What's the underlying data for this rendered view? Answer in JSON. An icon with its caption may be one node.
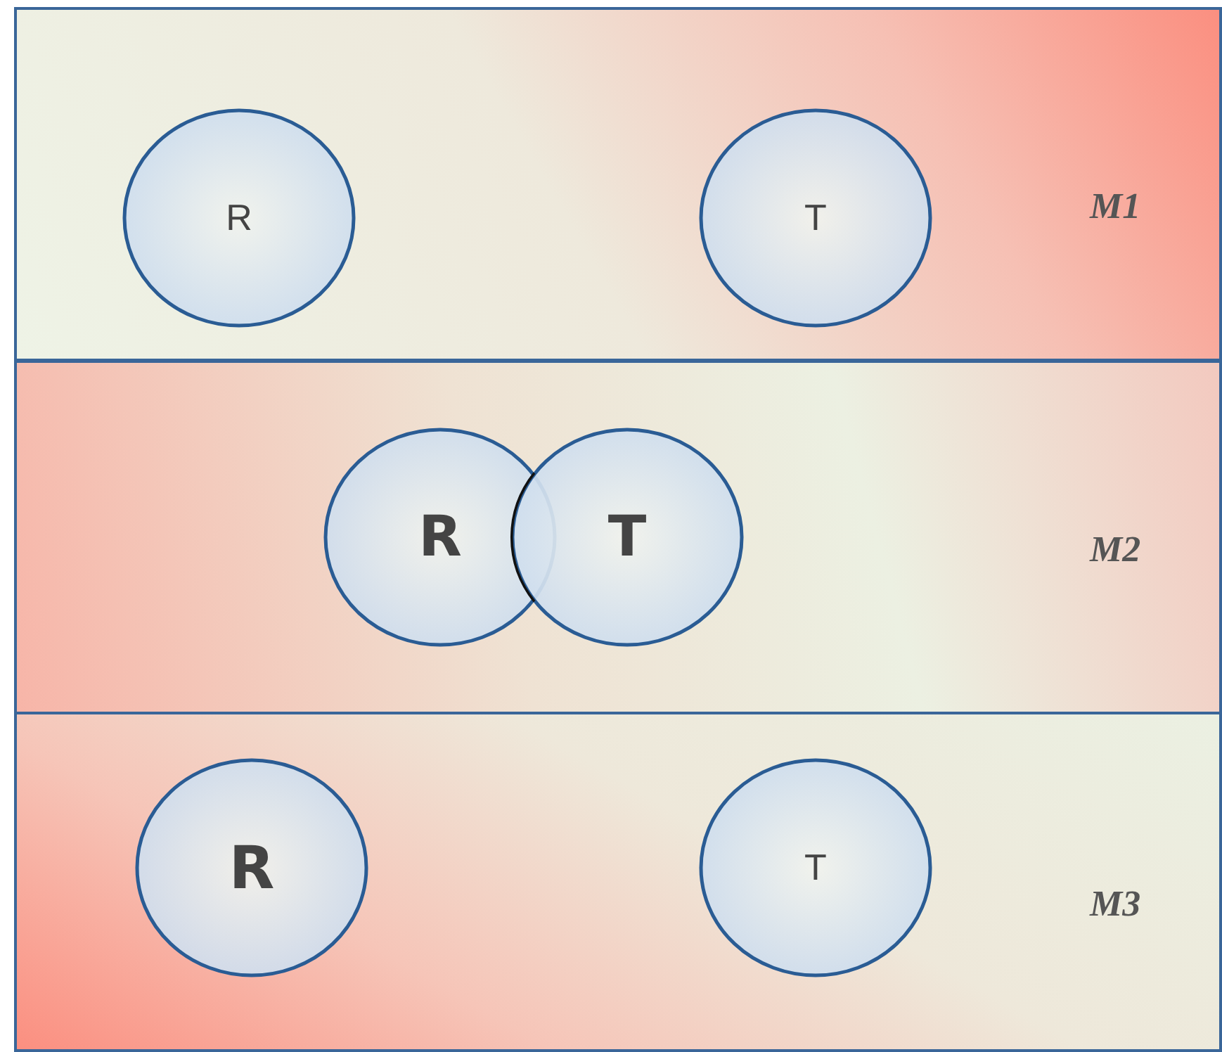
{
  "diagram": {
    "nodes": [
      {
        "text": [
          "M1"
        ]
      },
      {
        "text": [
          "R"
        ],
        "in": 0
      },
      {
        "text": [
          "T"
        ],
        "in": 0
      },
      {
        "text": [
          "M2"
        ]
      },
      {
        "text": [
          "R"
        ],
        "in": 3
      },
      {
        "text": [
          "T"
        ],
        "in": 3
      },
      {
        "text": [
          "M3"
        ]
      },
      {
        "text": [
          "R"
        ],
        "in": 6
      },
      {
        "text": [
          "T"
        ],
        "in": 6
      }
    ]
  }
}
